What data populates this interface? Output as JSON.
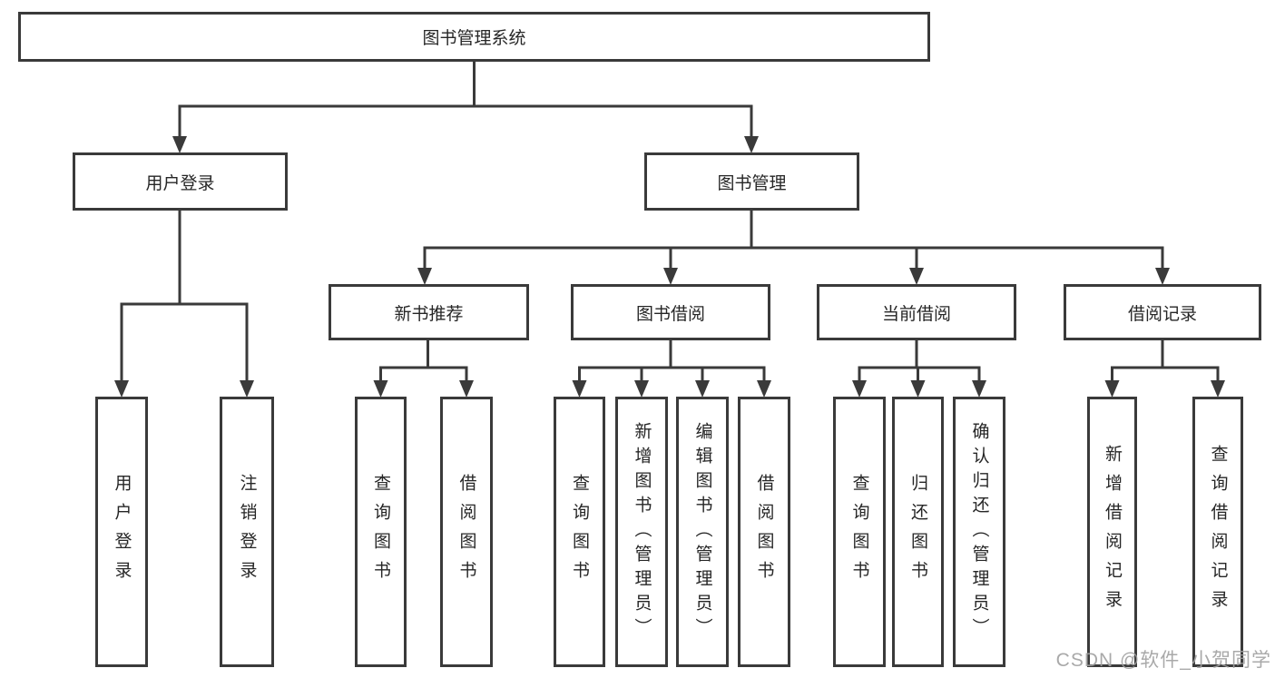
{
  "diagram": {
    "root": "图书管理系统",
    "level2": [
      "用户登录",
      "图书管理"
    ],
    "level3": [
      "新书推荐",
      "图书借阅",
      "当前借阅",
      "借阅记录"
    ],
    "leaves": {
      "user_login": [
        "用户登录",
        "注销登录"
      ],
      "new_book": [
        "查询图书",
        "借阅图书"
      ],
      "book_borrow": [
        "查询图书",
        "新增图书（管理员）",
        "编辑图书（管理员）",
        "借阅图书"
      ],
      "current_borrow": [
        "查询图书",
        "归还图书",
        "确认归还（管理员）"
      ],
      "borrow_record": [
        "新增借阅记录",
        "查询借阅记录"
      ]
    }
  },
  "watermark": "CSDN @软件_小贺同学",
  "colors": {
    "line": "#3a3a3a",
    "text": "#262626",
    "watermark": "#a0a0a0",
    "background": "#ffffff"
  }
}
